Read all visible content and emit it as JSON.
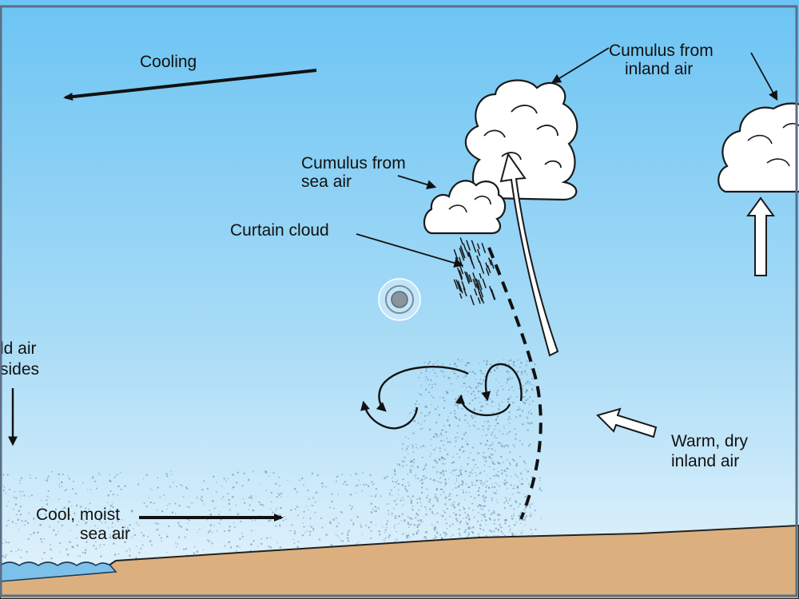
{
  "labels": {
    "cooling": "Cooling",
    "cumulus_inland_1": "Cumulus from",
    "cumulus_inland_2": "inland air",
    "cumulus_sea_1": "Cumulus from",
    "cumulus_sea_2": "sea air",
    "curtain_cloud": "Curtain cloud",
    "cold_air_1": "ld air",
    "cold_air_2": "sides",
    "warm_air_1": "Warm, dry",
    "warm_air_2": "inland air",
    "cool_air_1": "Cool, moist",
    "cool_air_2": "sea air"
  },
  "colors": {
    "sky_top": "#6cc4f4",
    "sky_bottom": "#e3f3fc",
    "ground": "#dcb07e",
    "sea": "#7dc1ea",
    "frame": "#5a6f88",
    "ink": "#111111"
  }
}
